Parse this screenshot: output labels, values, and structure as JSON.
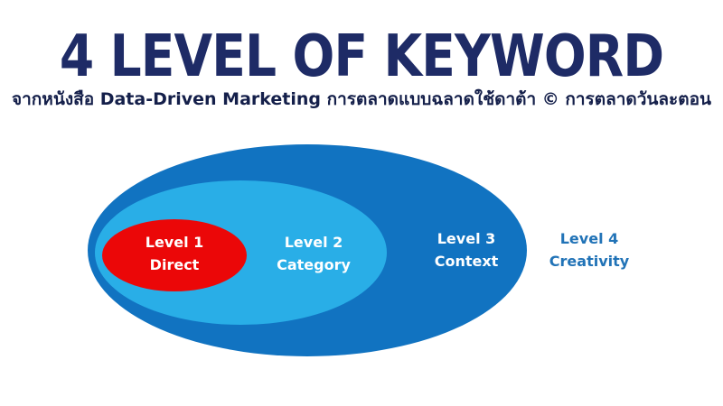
{
  "page": {
    "background": "#FFFFFF"
  },
  "header": {
    "title": "4 LEVEL OF KEYWORD",
    "title_color": "#1E2B66",
    "subtitle": "จากหนังสือ Data-Driven Marketing การตลาดแบบฉลาดใช้ดาต้า © การตลาดวันละตอน",
    "subtitle_color": "#141F4A"
  },
  "diagram": {
    "type": "nested-ellipses",
    "description": "Four concentric keyword levels, inner to outer",
    "levels": [
      {
        "id": 1,
        "line1": "Level 1",
        "line2": "Direct",
        "fill": "#EB0708",
        "text_color": "#FFFFFF"
      },
      {
        "id": 2,
        "line1": "Level 2",
        "line2": "Category",
        "fill": "#29AEE7",
        "text_color": "#FFFFFF"
      },
      {
        "id": 3,
        "line1": "Level 3",
        "line2": "Context",
        "fill": "#1173C1",
        "text_color": "#FFFFFF"
      },
      {
        "id": 4,
        "line1": "Level 4",
        "line2": "Creativity",
        "fill": "none",
        "text_color": "#2173B7"
      }
    ]
  }
}
